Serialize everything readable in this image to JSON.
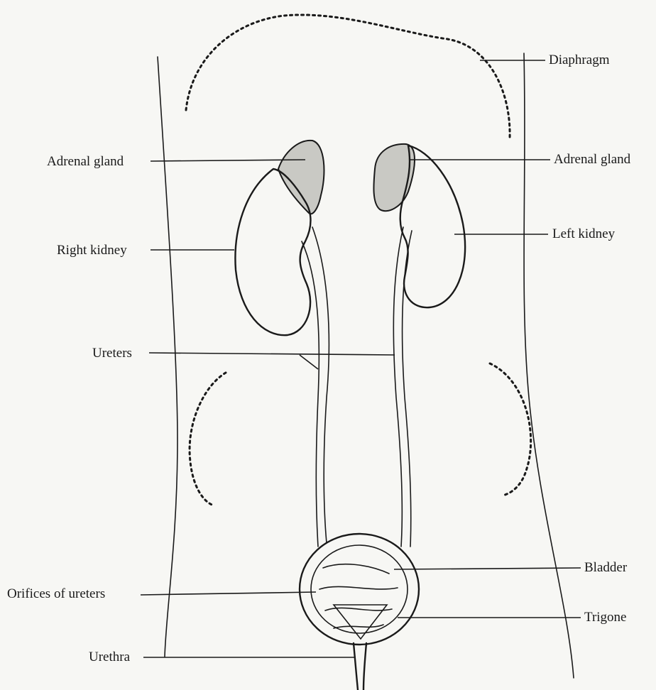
{
  "labels": {
    "diaphragm": "Diaphragm",
    "adrenal_gland_right": "Adrenal gland",
    "adrenal_gland_left": "Adrenal gland",
    "right_kidney": "Right kidney",
    "left_kidney": "Left kidney",
    "ureters": "Ureters",
    "bladder": "Bladder",
    "orifices_of_ureters": "Orifices of ureters",
    "trigone": "Trigone",
    "urethra": "Urethra"
  }
}
